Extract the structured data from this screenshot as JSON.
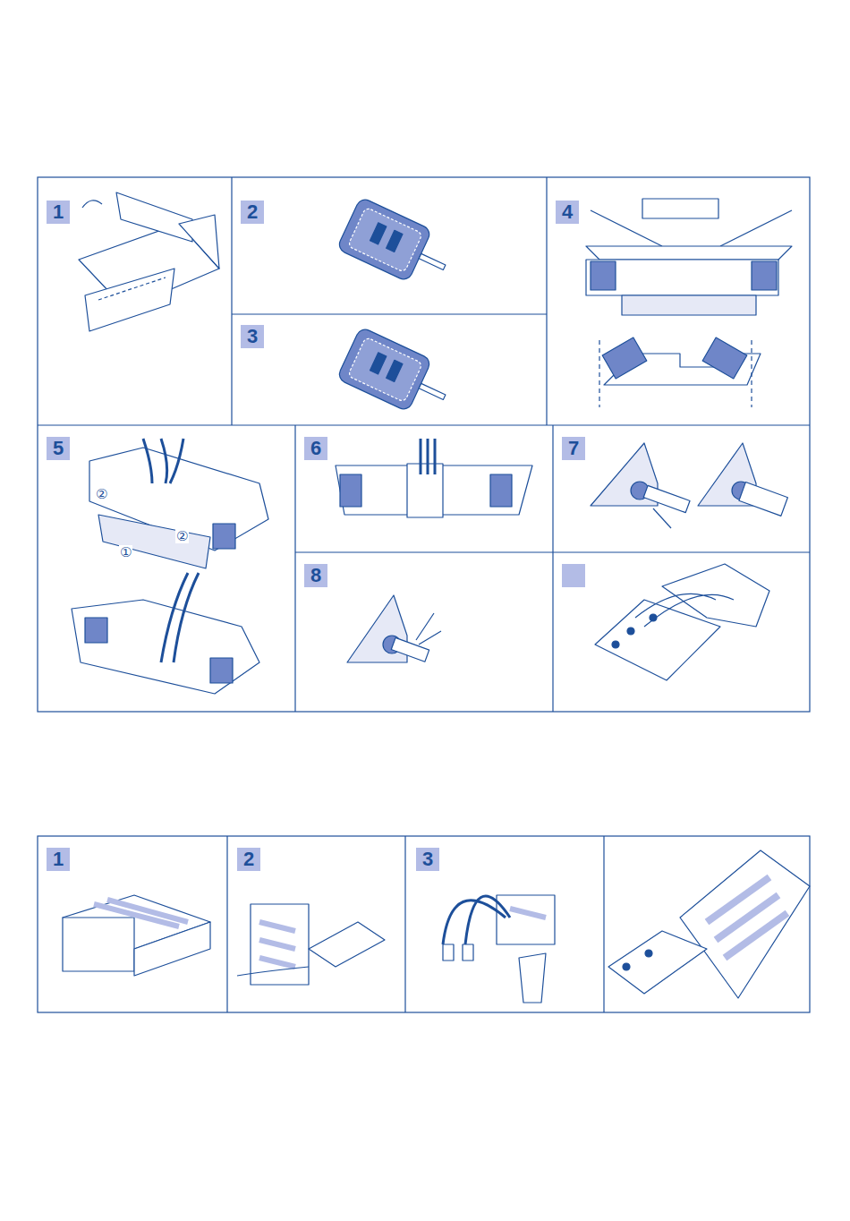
{
  "diagram": {
    "nodes": [
      {
        "text": [
          "1"
        ]
      },
      {
        "text": [
          "2"
        ]
      },
      {
        "text": [
          "3"
        ]
      },
      {
        "text": [
          "4"
        ]
      },
      {
        "text": [
          "5"
        ]
      },
      {
        "text": [
          "6"
        ]
      },
      {
        "text": [
          "7"
        ]
      },
      {
        "text": [
          "8"
        ]
      },
      {
        "text": [
          "1"
        ]
      },
      {
        "text": [
          "2"
        ]
      },
      {
        "text": [
          "3"
        ]
      }
    ],
    "labels": [
      "②",
      "②",
      "①"
    ]
  }
}
